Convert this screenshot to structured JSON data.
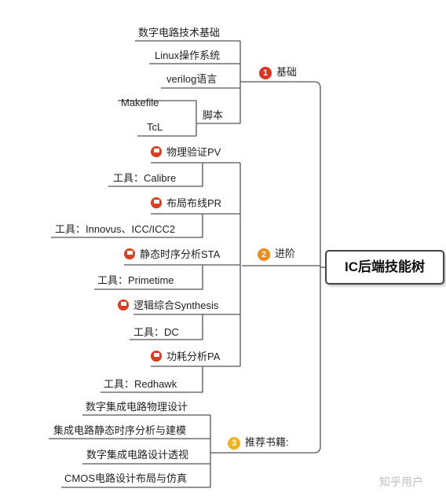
{
  "root": "IC后端技能树",
  "branches": {
    "basics": {
      "badge": "1",
      "label": "基础",
      "items": [
        "数字电路技术基础",
        "Linux操作系统",
        "verilog语言"
      ],
      "scripts": {
        "label": "脚本",
        "items": [
          "Makefile",
          "TcL"
        ]
      }
    },
    "advanced": {
      "badge": "2",
      "label": "进阶",
      "items": [
        {
          "name": "物理验证PV",
          "tool": "工具：Calibre"
        },
        {
          "name": "布局布线PR",
          "tool": "工具：Innovus、ICC/ICC2"
        },
        {
          "name": "静态时序分析STA",
          "tool": "工具：Primetime"
        },
        {
          "name": "逻辑综合Synthesis",
          "tool": "工具：DC"
        },
        {
          "name": "功耗分析PA",
          "tool": "工具：Redhawk"
        }
      ]
    },
    "books": {
      "badge": "3",
      "label": "推荐书籍:",
      "items": [
        "数字集成电路物理设计",
        "集成电路静态时序分析与建模",
        "数字集成电路设计透视",
        "CMOS电路设计布局与仿真"
      ]
    }
  },
  "watermark": "知乎用户",
  "colors": {
    "line": "#555555",
    "flag": "#e23b1e",
    "badge1": "#e0301e",
    "badge2": "#f08a1c",
    "badge3": "#f2b41a"
  }
}
